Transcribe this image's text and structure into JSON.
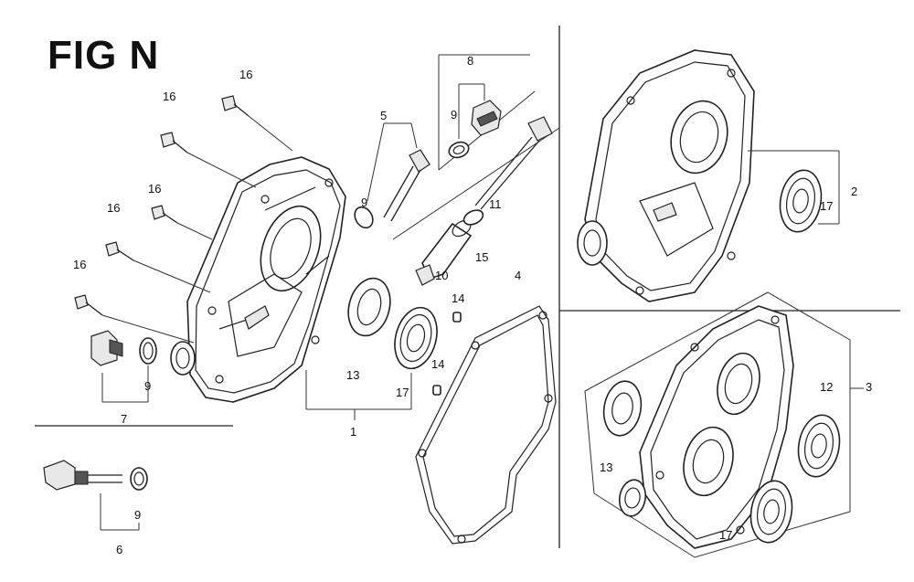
{
  "figure": {
    "title": "FIG N",
    "callouts": {
      "c1": "1",
      "c2": "2",
      "c3": "3",
      "c4": "4",
      "c5": "5",
      "c6": "6",
      "c7": "7",
      "c8": "8",
      "c9a": "9",
      "c9b": "9",
      "c9c": "9",
      "c9d": "9",
      "c10": "10",
      "c11": "11",
      "c12": "12",
      "c13a": "13",
      "c13b": "13",
      "c14a": "14",
      "c14b": "14",
      "c15": "15",
      "c16a": "16",
      "c16b": "16",
      "c16c": "16",
      "c16d": "16",
      "c16e": "16",
      "c17a": "17",
      "c17b": "17",
      "c17c": "17"
    }
  }
}
